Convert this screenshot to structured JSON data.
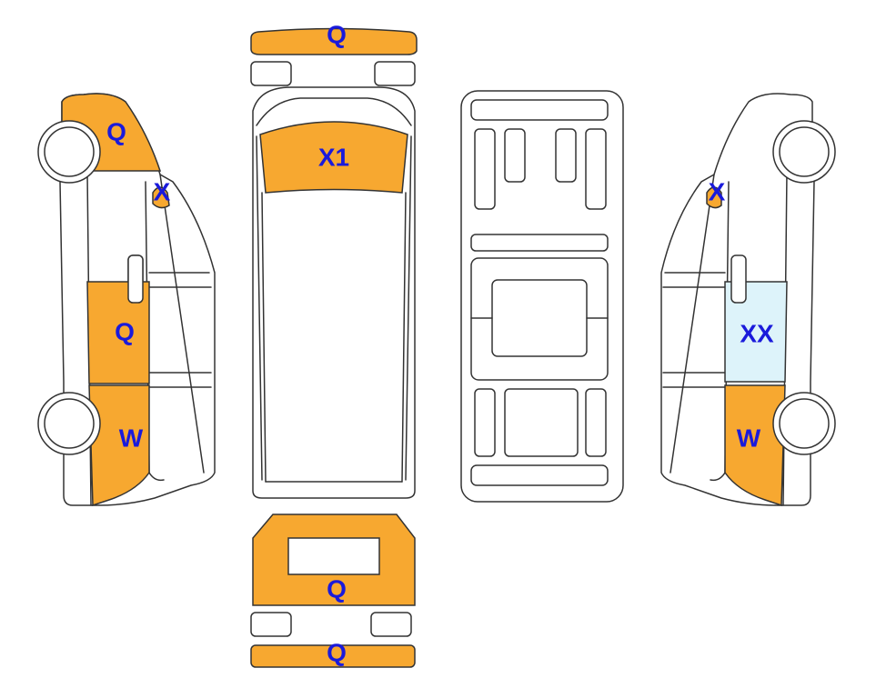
{
  "colors": {
    "damage": "#F7A830",
    "scratch_zone": "#DDF3FA",
    "outline": "#333333",
    "label": "#1A1ADB"
  },
  "legend_codes": {
    "Q": "Q",
    "W": "W",
    "X": "X",
    "XX": "XX",
    "X1": "X1"
  },
  "zones": {
    "front_bumper": "Q",
    "windshield": "X1",
    "left_front_fender": "Q",
    "left_mirror": "X",
    "left_door": "Q",
    "left_rear_quarter": "W",
    "right_mirror": "X",
    "right_door": "XX",
    "right_rear_quarter": "W",
    "rear_door": "Q",
    "rear_bumper": "Q"
  }
}
